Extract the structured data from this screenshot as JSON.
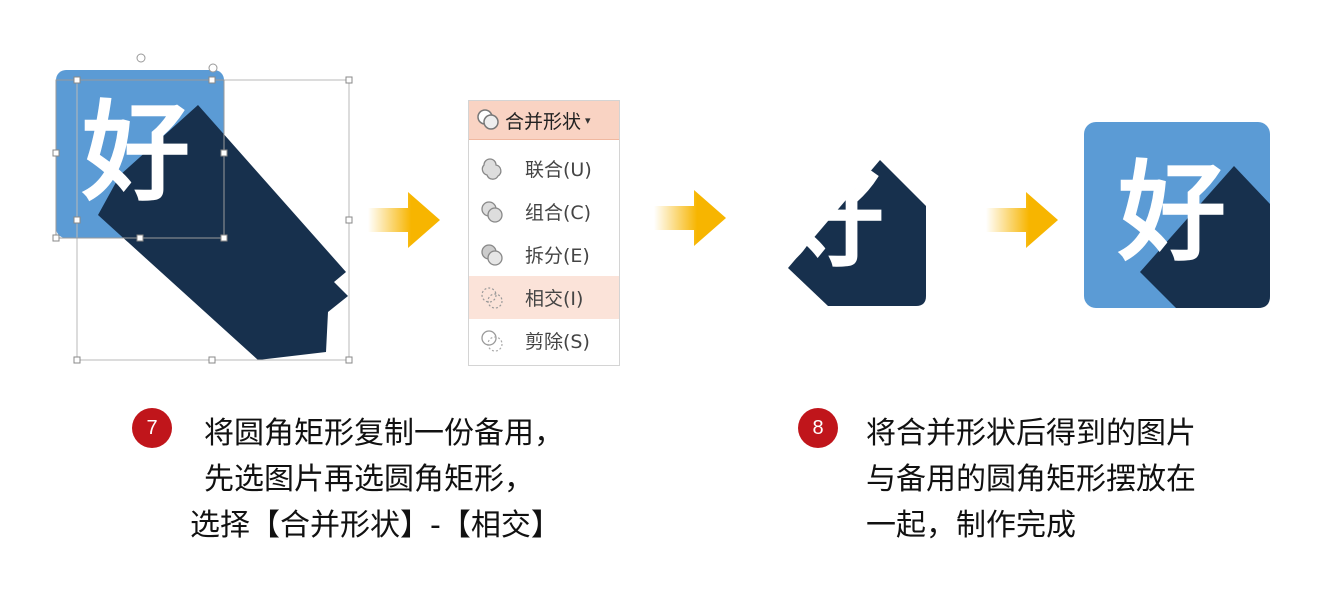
{
  "icon_char": "好",
  "menu": {
    "header": "合并形状",
    "items": [
      {
        "label": "联合(U)"
      },
      {
        "label": "组合(C)"
      },
      {
        "label": "拆分(E)"
      },
      {
        "label": "相交(I)"
      },
      {
        "label": "剪除(S)"
      }
    ],
    "active_index": 3
  },
  "colors": {
    "icon_blue": "#5b9bd5",
    "shadow_navy": "#17304d",
    "arrow_yellow": "#f7b500",
    "badge_red": "#c0151b"
  },
  "steps": [
    {
      "number": "7",
      "lines": [
        "将圆角矩形复制一份备用，",
        "先选图片再选圆角矩形，",
        "选择【合并形状】-【相交】"
      ]
    },
    {
      "number": "8",
      "lines": [
        "将合并形状后得到的图片",
        "与备用的圆角矩形摆放在",
        "一起，制作完成"
      ]
    }
  ]
}
